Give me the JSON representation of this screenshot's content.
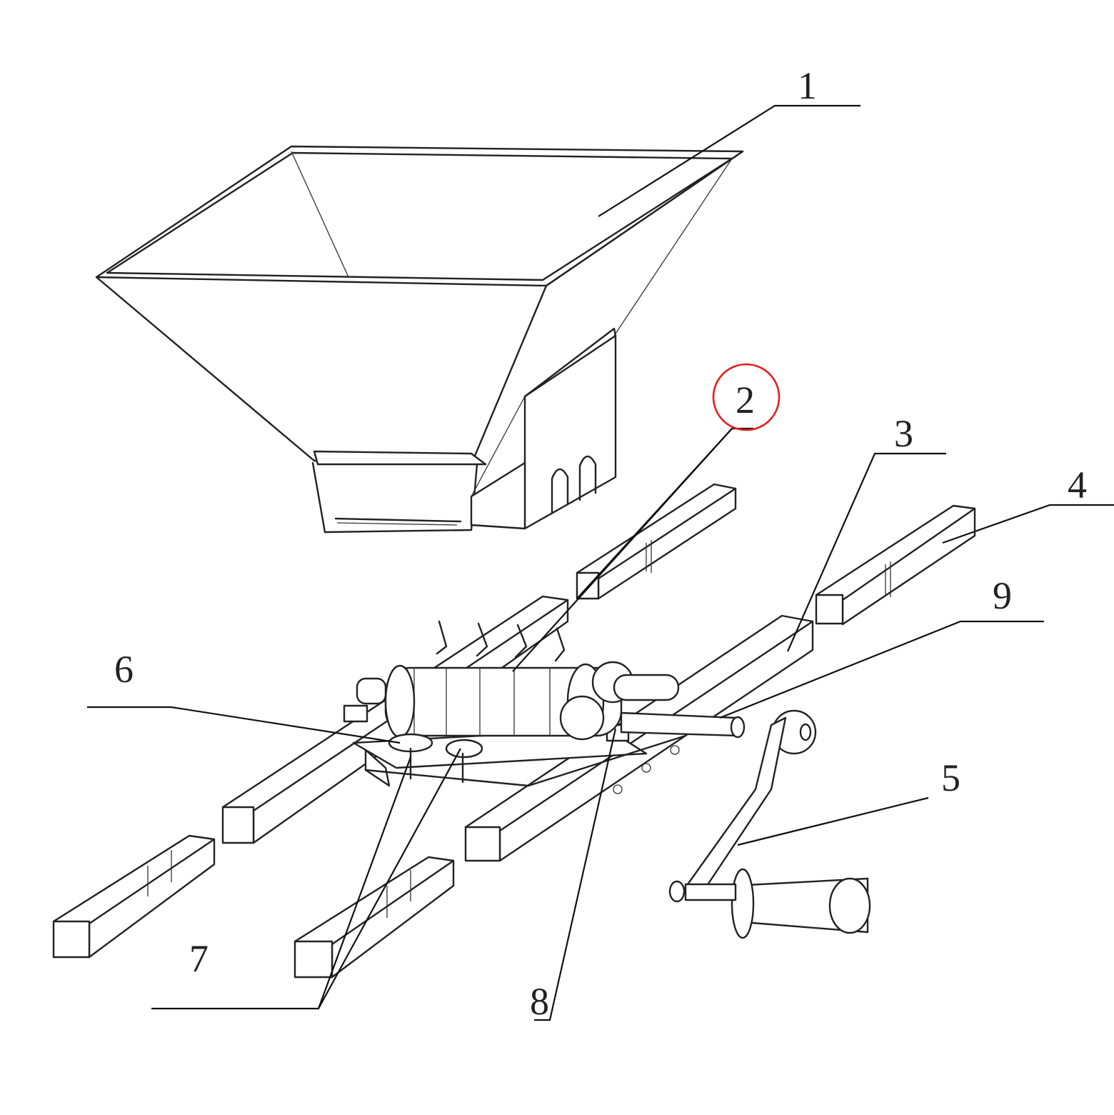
{
  "diagram": {
    "highlight_color": "#e02020",
    "line_color": "#222222",
    "highlighted_label": "2",
    "callouts": [
      {
        "id": "1",
        "text": "1"
      },
      {
        "id": "2",
        "text": "2"
      },
      {
        "id": "3",
        "text": "3"
      },
      {
        "id": "4",
        "text": "4"
      },
      {
        "id": "5",
        "text": "5"
      },
      {
        "id": "6",
        "text": "6"
      },
      {
        "id": "7",
        "text": "7"
      },
      {
        "id": "8",
        "text": "8"
      },
      {
        "id": "9",
        "text": "9"
      }
    ]
  }
}
